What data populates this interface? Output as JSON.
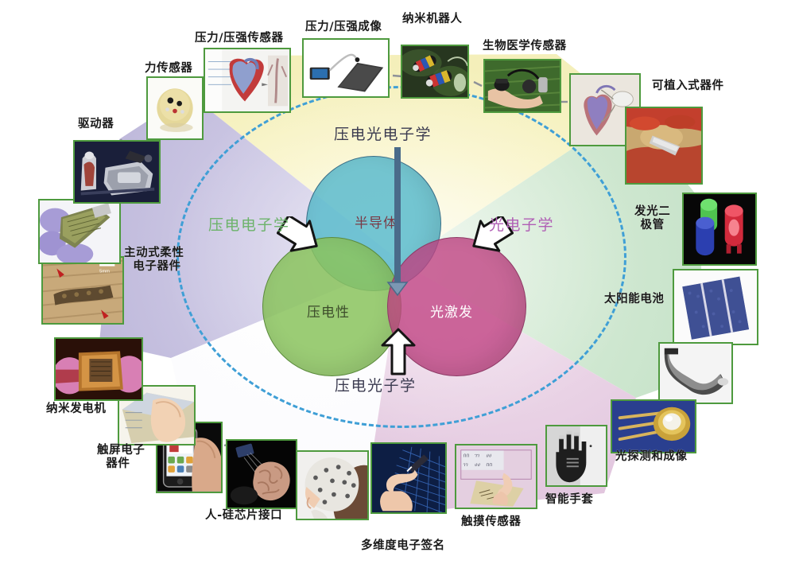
{
  "figure": {
    "title_hidden": "",
    "center": {
      "venn": [
        {
          "key": "semiconductor",
          "label": "半导体",
          "color": "#5cbccd"
        },
        {
          "key": "piezoelectricity",
          "label": "压电性",
          "color": "#8bc45e"
        },
        {
          "key": "photoexcitation",
          "label": "光激发",
          "color": "#c04483"
        }
      ],
      "fields": [
        {
          "key": "piezo-phototronics",
          "label": "压电光电子学",
          "color": "#3b3b50",
          "position": "top"
        },
        {
          "key": "piezo-photonics",
          "label": "压电光子学",
          "color": "#3b3b50",
          "position": "bottom"
        },
        {
          "key": "piezotronics",
          "label": "压电电子学",
          "color": "#6db36b",
          "position": "left"
        },
        {
          "key": "optoelectronics",
          "label": "光电子学",
          "color": "#b05fb5",
          "position": "right"
        }
      ]
    },
    "applications": [
      {
        "key": "force-sensor",
        "label": "力传感器"
      },
      {
        "key": "pressure-sensor",
        "label": "压力/压强传感器"
      },
      {
        "key": "pressure-imaging",
        "label": "压力/压强成像"
      },
      {
        "key": "nanorobot",
        "label": "纳米机器人"
      },
      {
        "key": "biomedical-sensor",
        "label": "生物医学传感器"
      },
      {
        "key": "implantable-device",
        "label": "可植入式器件"
      },
      {
        "key": "led",
        "label": "发光二\n极管"
      },
      {
        "key": "solar-cell",
        "label": "太阳能电池"
      },
      {
        "key": "photodetection-imaging",
        "label": "光探测和成像"
      },
      {
        "key": "smart-glove",
        "label": "智能手套"
      },
      {
        "key": "touch-sensor",
        "label": "触摸传感器"
      },
      {
        "key": "multidimensional-signature",
        "label": "多维度电子签名"
      },
      {
        "key": "human-silicon-interface",
        "label": "人-硅芯片接口"
      },
      {
        "key": "touchscreen-electronics",
        "label": "触屏电子\n  器件"
      },
      {
        "key": "nanogenerator",
        "label": "纳米发电机"
      },
      {
        "key": "active-flexible-electronics",
        "label": "主动式柔性\n  电子器件"
      },
      {
        "key": "actuator",
        "label": "驱动器"
      }
    ],
    "wedge_colors": {
      "top_yellow": "#f7f3c6",
      "left_lavender": "#c9c4e0",
      "right_mint": "#d3ead4",
      "bottom_pink": "#e8cfe4",
      "bottom_white": "#ffffff"
    },
    "dashed_circle_color": "#3f9fd6",
    "thumb_border_color": "#4e9a3e",
    "connector_color": "#8e9198"
  }
}
